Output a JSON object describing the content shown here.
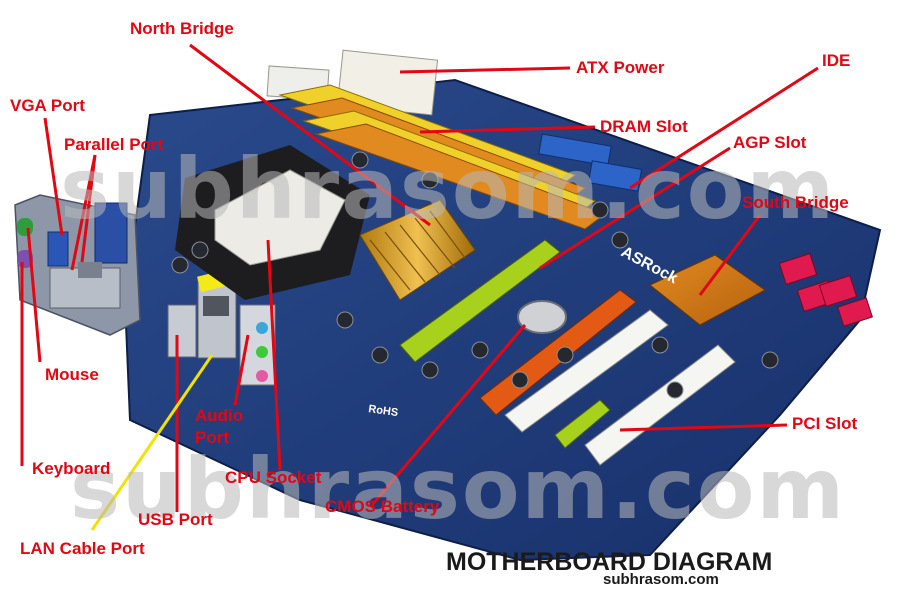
{
  "labels": {
    "north_bridge": "North Bridge",
    "atx_power": "ATX Power",
    "ide": "IDE",
    "vga_port": "VGA Port",
    "parallel_port": "Parallel Port",
    "dram_slot": "DRAM Slot",
    "agp_slot": "AGP Slot",
    "south_bridge": "South Bridge",
    "mouse": "Mouse",
    "audio_port": "Audio\nPort",
    "pci_slot": "PCI Slot",
    "keyboard": "Keyboard",
    "cpu_socket": "CPU Socket",
    "cmos_battery": "CMOS Battery",
    "usb_port": "USB Port",
    "lan_cable_port": "LAN Cable Port"
  },
  "watermark": "subhrasom.com",
  "board_silk": {
    "brand": "ASRock",
    "rohs": "RoHS"
  },
  "footer": {
    "title": "MOTHERBOARD DIAGRAM",
    "subtitle": "subhrasom.com"
  },
  "colors": {
    "label_red": "#e30613",
    "pointer_red": "#e30613",
    "pointer_yellow": "#f2e200",
    "pcb_blue": "#1f3b78",
    "watermark_gray": "#b9b9b9"
  }
}
